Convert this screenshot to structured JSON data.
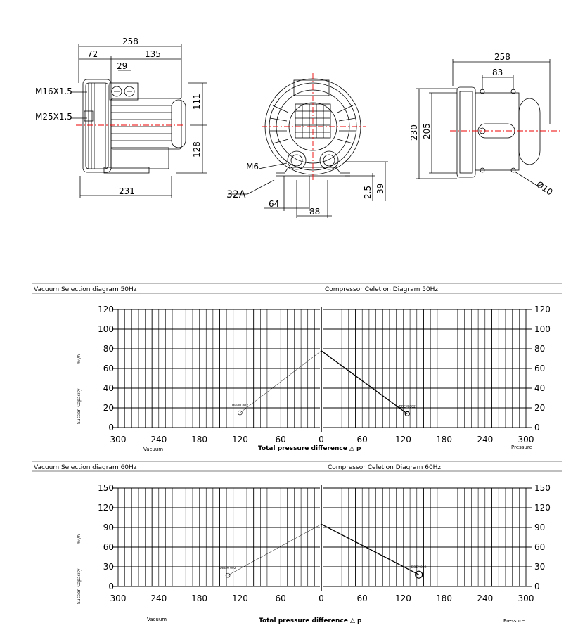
{
  "drawing": {
    "side_view": {
      "dims": {
        "d258": "258",
        "d72": "72",
        "d135": "135",
        "d29": "29",
        "d111": "111",
        "d128": "128",
        "d231": "231"
      },
      "thread_1": "M16X1.5",
      "thread_2": "M25X1.5"
    },
    "front_view": {
      "mount_thread": "M6",
      "port": "32A",
      "dims": {
        "d64": "64",
        "d88": "88",
        "d2_5": "2.5",
        "d39": "39"
      }
    },
    "rear_view": {
      "dims": {
        "d258": "258",
        "d83": "83",
        "d230": "230",
        "d205": "205",
        "d10": "Ø10"
      }
    }
  },
  "charts": [
    {
      "left_title": "Vacuum Selection diagram 50Hz",
      "right_title": "Compressor Celetion Diagram 50Hz",
      "y_ticks": [
        "0",
        "20",
        "40",
        "60",
        "80",
        "100",
        "120"
      ],
      "y_values": [
        0,
        20,
        40,
        60,
        80,
        100,
        120
      ],
      "x_left_ticks": [
        "300",
        "240",
        "180",
        "120",
        "60",
        "0"
      ],
      "x_right_ticks": [
        "60",
        "120",
        "180",
        "240",
        "300"
      ],
      "ylabel": "Suction Capacity",
      "yunit": "m³/h",
      "xlabel_left": "Vacuum",
      "xlabel_center": "Total pressure difference △ p",
      "xlabel_right": "Pressure",
      "model_left": "DBEM 002",
      "model_right": "DBEM 002"
    },
    {
      "left_title": "Vacuum Selection diagram 60Hz",
      "right_title": "Compressor Celetion Diagram 60Hz",
      "y_ticks": [
        "0",
        "30",
        "60",
        "90",
        "120",
        "150"
      ],
      "y_values": [
        0,
        30,
        60,
        90,
        120,
        150
      ],
      "x_left_ticks": [
        "300",
        "240",
        "180",
        "120",
        "60",
        "0"
      ],
      "x_right_ticks": [
        "60",
        "120",
        "180",
        "240",
        "300"
      ],
      "ylabel": "Suction Capacity",
      "yunit": "m³/h",
      "xlabel_left": "Vacuum",
      "xlabel_center": "Total pressure difference △ p",
      "xlabel_right": "Pressure",
      "model_left": "DBEM 002",
      "model_right": "DBEM002"
    }
  ],
  "chart_data": [
    {
      "type": "line",
      "title": "Vacuum Selection diagram 50Hz / Compressor Celetion Diagram 50Hz",
      "xlabel": "Total pressure difference △ p",
      "ylabel": "Suction Capacity",
      "ylim": [
        0,
        120
      ],
      "series": [
        {
          "name": "DBEM 002",
          "x": [
            0,
            -120
          ],
          "y": [
            78,
            15
          ]
        },
        {
          "name": "DBEM 002",
          "x": [
            0,
            126
          ],
          "y": [
            78,
            14
          ]
        }
      ]
    },
    {
      "type": "line",
      "title": "Vacuum Selection diagram 60Hz / Compressor Celetion Diagram 60Hz",
      "xlabel": "Total pressure difference △ p",
      "ylabel": "Suction Capacity",
      "ylim": [
        0,
        150
      ],
      "series": [
        {
          "name": "DBEM 002",
          "x": [
            0,
            -138
          ],
          "y": [
            95,
            17
          ]
        },
        {
          "name": "DBEM002",
          "x": [
            0,
            143
          ],
          "y": [
            95,
            18
          ]
        }
      ]
    }
  ]
}
